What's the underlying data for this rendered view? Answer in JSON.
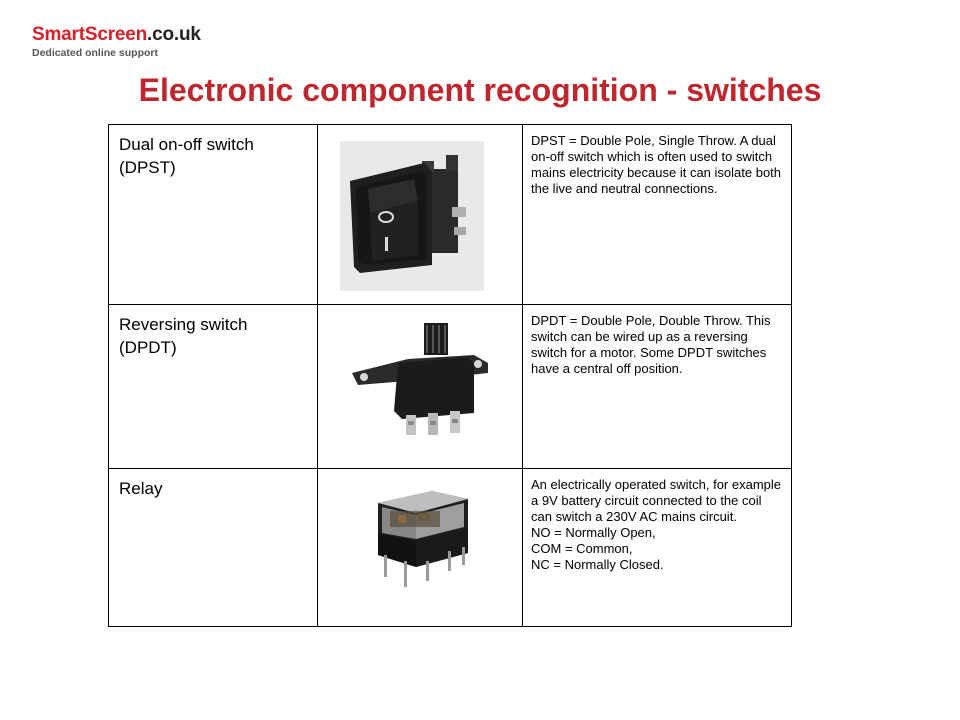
{
  "logo": {
    "brand": "SmartScreen",
    "tld": ".co.uk",
    "tagline": "Dedicated online support"
  },
  "title": "Electronic component recognition - switches",
  "rows": [
    {
      "name": "Dual on-off switch (DPST)",
      "image": "rocker-switch-photo",
      "description": "DPST = Double Pole, Single Throw. A dual on-off switch which is often used to switch mains electricity because it can isolate both the live and neutral connections."
    },
    {
      "name": "Reversing switch (DPDT)",
      "image": "slide-switch-photo",
      "description": "DPDT = Double Pole, Double Throw. This switch can be wired up as a reversing switch for a motor. Some DPDT switches have a central off position."
    },
    {
      "name": "Relay",
      "image": "relay-photo",
      "description": "An electrically operated switch, for example a 9V battery circuit connected to the coil can switch a 230V AC mains circuit.",
      "notes": [
        "NO = Normally Open,",
        "COM = Common,",
        "NC = Normally Closed."
      ]
    }
  ]
}
